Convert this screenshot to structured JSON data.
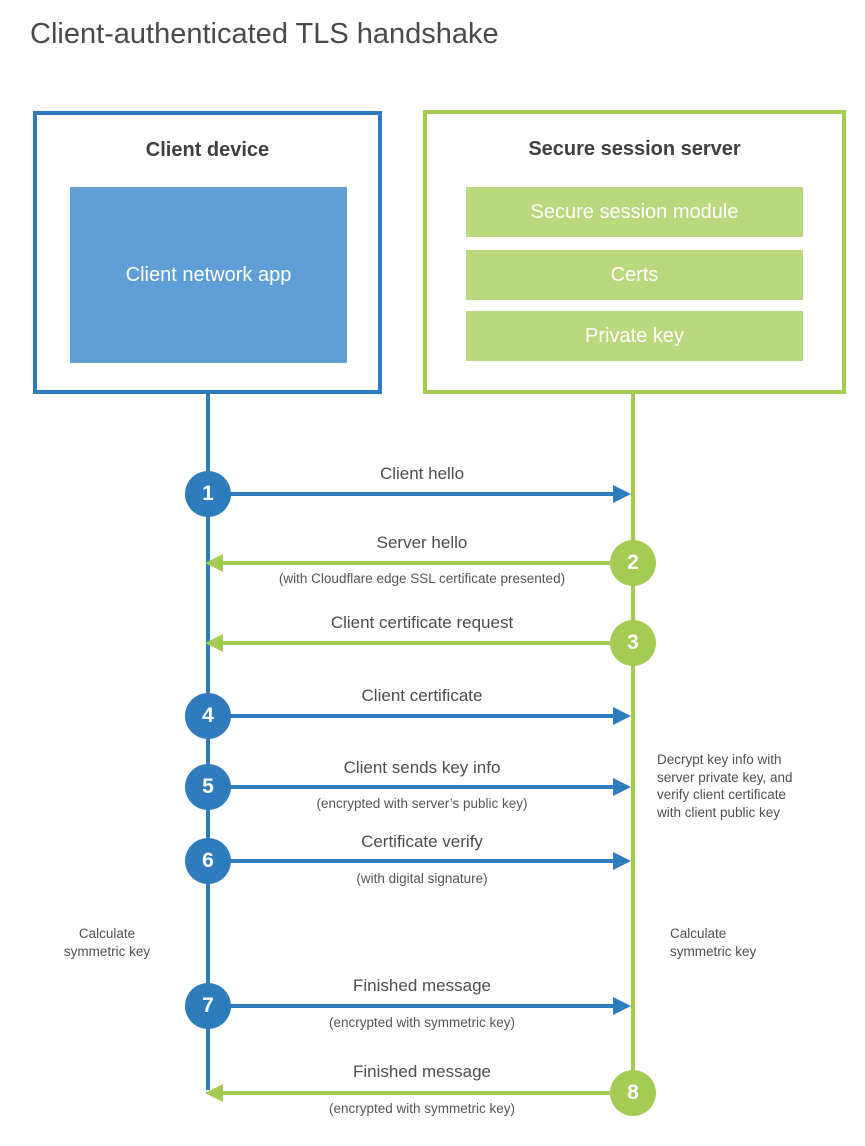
{
  "title": "Client-authenticated TLS handshake",
  "client": {
    "title": "Client device",
    "app_label": "Client network app"
  },
  "server": {
    "title": "Secure session server",
    "modules": [
      {
        "label": "Secure session module"
      },
      {
        "label": "Certs"
      },
      {
        "label": "Private key"
      }
    ]
  },
  "steps": [
    {
      "num": "1",
      "label": "Client hello",
      "sub": "",
      "direction": "client-to-server"
    },
    {
      "num": "2",
      "label": "Server hello",
      "sub": "(with Cloudflare edge SSL certificate presented)",
      "direction": "server-to-client"
    },
    {
      "num": "3",
      "label": "Client certificate request",
      "sub": "",
      "direction": "server-to-client"
    },
    {
      "num": "4",
      "label": "Client certificate",
      "sub": "",
      "direction": "client-to-server"
    },
    {
      "num": "5",
      "label": "Client sends key info",
      "sub": "(encrypted with server’s public key)",
      "direction": "client-to-server"
    },
    {
      "num": "6",
      "label": "Certificate verify",
      "sub": "(with digital signature)",
      "direction": "client-to-server"
    },
    {
      "num": "7",
      "label": "Finished message",
      "sub": "(encrypted with symmetric key)",
      "direction": "client-to-server"
    },
    {
      "num": "8",
      "label": "Finished message",
      "sub": "(encrypted with symmetric key)",
      "direction": "server-to-client"
    }
  ],
  "notes": {
    "decrypt_lines": {
      "0": "Decrypt key info with",
      "1": "server private key, and",
      "2": "verify client certificate",
      "3": "with client public key"
    },
    "calc_left_lines": {
      "0": "Calculate",
      "1": "symmetric key"
    },
    "calc_right_lines": {
      "0": "Calculate",
      "1": "symmetric key"
    }
  },
  "colors": {
    "blue": "#2e7cbe",
    "light_blue": "#5f9fd6",
    "green": "#a4cc52",
    "light_green": "#bad97e",
    "text": "#4d4d4d"
  }
}
